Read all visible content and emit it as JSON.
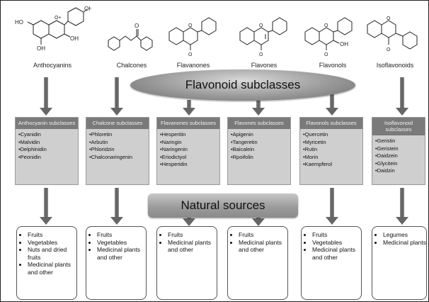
{
  "structures": [
    {
      "name": "Anthocyanins",
      "atoms": [
        "HO",
        "O+",
        "OH",
        "OH",
        "OH"
      ]
    },
    {
      "name": "Chalcones",
      "atoms": [
        "O"
      ]
    },
    {
      "name": "Flavanones",
      "atoms": [
        "O",
        "O"
      ]
    },
    {
      "name": "Flavones",
      "atoms": [
        "O",
        "O"
      ]
    },
    {
      "name": "Flavonols",
      "atoms": [
        "O",
        "O",
        "OH"
      ]
    },
    {
      "name": "Isoflavonoids",
      "atoms": [
        "O",
        "O"
      ]
    }
  ],
  "center_label": "Flavonoid subclasses",
  "subclasses": [
    {
      "heading": "Anthocyanin subclasses",
      "items": [
        "Cyanidin",
        "Malvidin",
        "Delphinidin",
        "Peonidin"
      ]
    },
    {
      "heading": "Chalcone subclasses",
      "items": [
        "Phloretin",
        "Arbutin",
        "Phloridzin",
        "Chalconaringenin"
      ]
    },
    {
      "heading": "Flavanones subclasses",
      "items": [
        "Hesperitin",
        "Naringin",
        "Naringenin",
        "Eriodictyol",
        "Hesperidin"
      ]
    },
    {
      "heading": "Flavones subclasses",
      "items": [
        "Apigenin",
        "Tangeretin",
        "Baicalein",
        "Rpoifolin"
      ]
    },
    {
      "heading": "Flavonols subclasses",
      "items": [
        "Quercetin",
        "Myricetin",
        "Rutin",
        "Morin",
        "Kaempferol"
      ]
    },
    {
      "heading": "Isoflavonoid subclasses",
      "items": [
        "Geristin",
        "Geristein",
        "Daidzein",
        "Glycitein",
        "Daidzin"
      ]
    }
  ],
  "sources_label": "Natural sources",
  "sources": [
    {
      "items": [
        "Fruits",
        "Vegetables",
        "Nuts and dried fruits",
        "Medicinal plants and other"
      ]
    },
    {
      "items": [
        "Fruits",
        "Vegetables",
        "Medicinal plants and other"
      ]
    },
    {
      "items": [
        "Fruits",
        "Medicinal plants and other"
      ]
    },
    {
      "items": [
        "Fruits",
        "Medicinal plants and other"
      ]
    },
    {
      "items": [
        "Fruits",
        "Vegetables",
        "Medicinal plants and other"
      ]
    },
    {
      "items": [
        "Legumes",
        "Medicinal plants"
      ]
    }
  ],
  "colors": {
    "panel_fill": "#cfcfcf",
    "panel_header": "#7a7a7a",
    "ellipse": "#9a9a9a",
    "arrow": "#666666"
  }
}
